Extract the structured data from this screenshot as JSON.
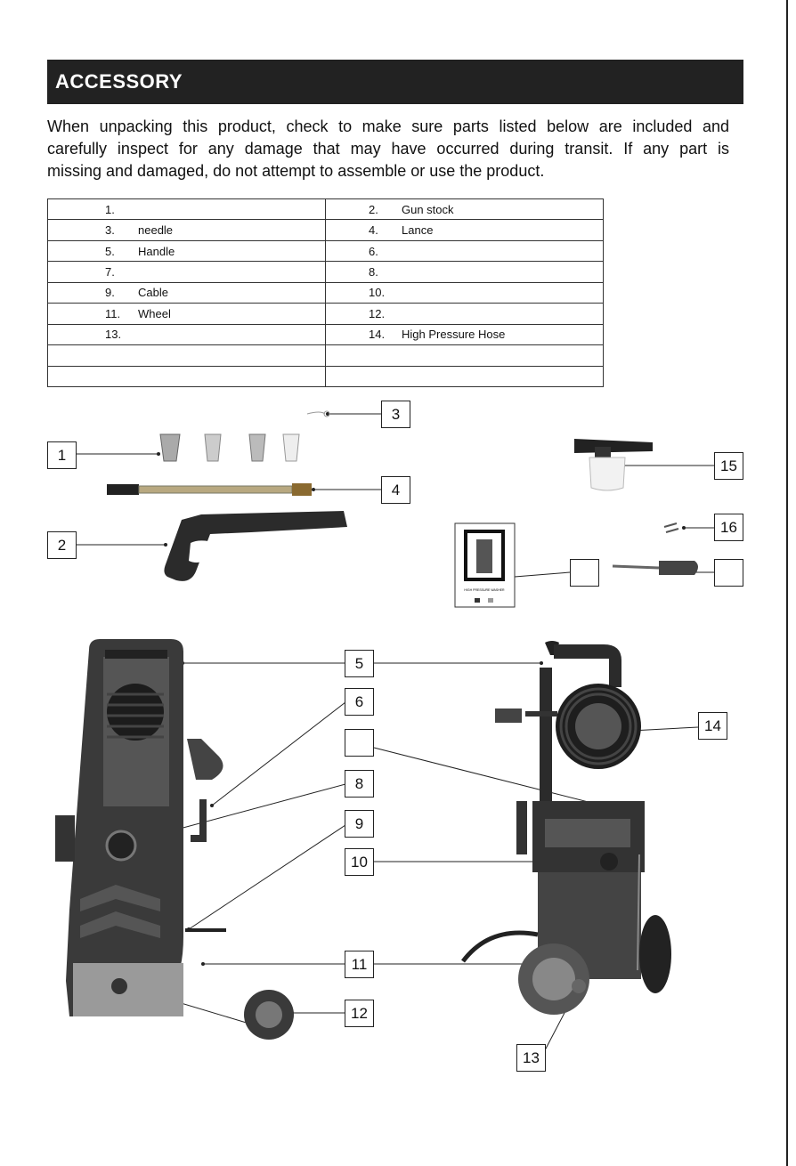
{
  "header": {
    "title": "ACCESSORY"
  },
  "intro": {
    "lines": [
      "When unpacking this product, check to make sure parts listed below are included and",
      "carefully inspect for any damage that may have occurred during transit. If any part is",
      "missing and damaged, do not attempt to assemble or use the product."
    ]
  },
  "parts_table": {
    "rows": [
      {
        "left_num": "1.",
        "left_label": "",
        "right_num": "2.",
        "right_label": "Gun stock"
      },
      {
        "left_num": "3.",
        "left_label": "needle",
        "right_num": "4.",
        "right_label": "Lance"
      },
      {
        "left_num": "5.",
        "left_label": "Handle",
        "right_num": "6.",
        "right_label": ""
      },
      {
        "left_num": "7.",
        "left_label": "",
        "right_num": "8.",
        "right_label": ""
      },
      {
        "left_num": "9.",
        "left_label": "Cable",
        "right_num": "10.",
        "right_label": ""
      },
      {
        "left_num": "11.",
        "left_label": "Wheel",
        "right_num": "12.",
        "right_label": ""
      },
      {
        "left_num": "13.",
        "left_label": "",
        "right_num": "14.",
        "right_label": "High Pressure Hose"
      },
      {
        "left_num": "",
        "left_label": "",
        "right_num": "",
        "right_label": ""
      },
      {
        "left_num": "",
        "left_label": "",
        "right_num": "",
        "right_label": ""
      }
    ]
  },
  "callouts": {
    "c1": "1",
    "c2": "2",
    "c3": "3",
    "c4": "4",
    "c5": "5",
    "c6": "6",
    "c7": "",
    "c8": "8",
    "c9": "9",
    "c10": "10",
    "c11": "11",
    "c12": "12",
    "c13": "13",
    "c14": "14",
    "c15": "15",
    "c16": "16",
    "c17": "",
    "c18": ""
  },
  "manual_cover": {
    "title": "HIGH PRESSURE WASHER"
  },
  "colors": {
    "header_bg": "#222222",
    "machine_dark": "#2e2e2e",
    "machine_grey": "#8a8a8a"
  }
}
